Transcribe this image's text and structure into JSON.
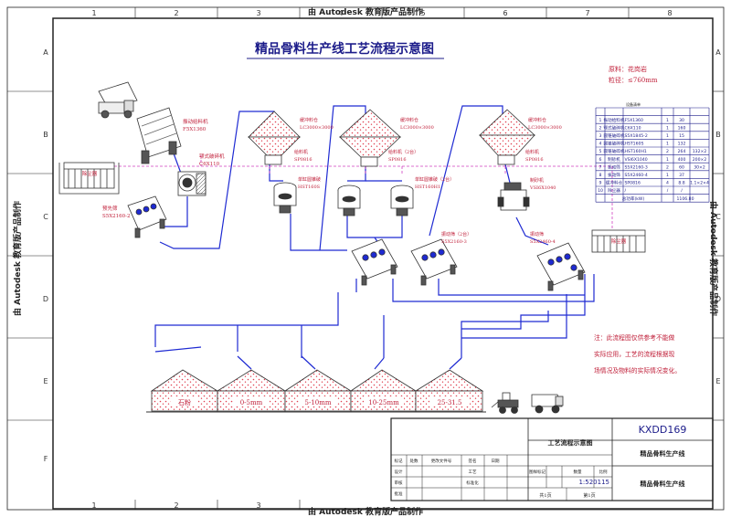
{
  "watermark": {
    "top": "由 Autodesk 教育版产品制作",
    "bottom": "由 Autodesk 教育版产品制作",
    "left": "由 Autodesk 教育版产品制作",
    "right": "由 Autodesk 教育版产品制作"
  },
  "frame": {
    "col_numbers": [
      "1",
      "2",
      "3",
      "4",
      "5",
      "6",
      "7",
      "8"
    ],
    "row_letters": [
      "A",
      "B",
      "C",
      "D",
      "E",
      "F"
    ]
  },
  "title": "精品骨料生产线工艺流程示意图",
  "raw_material": {
    "line1": "原料：花岗岩",
    "line2": "粒径：≤760mm"
  },
  "equipment_table": {
    "caption": "设备清单",
    "rows": [
      [
        "1",
        "振动给料机",
        "F5X1360",
        "1",
        "30",
        ""
      ],
      [
        "2",
        "颚式破碎机",
        "C6X110",
        "1",
        "160",
        ""
      ],
      [
        "3",
        "圆锥破碎机",
        "S5X1845-2",
        "1",
        "15",
        ""
      ],
      [
        "4",
        "圆锥破碎机",
        "HST160S",
        "1",
        "132",
        ""
      ],
      [
        "5",
        "圆锥破碎机",
        "HST160H1",
        "2",
        "264",
        "132×2"
      ],
      [
        "6",
        "制砂机",
        "VSI6X1040",
        "1",
        "400",
        "200×2"
      ],
      [
        "7",
        "振动筛",
        "S5X2160-3",
        "2",
        "60",
        "30×2"
      ],
      [
        "8",
        "振动筛",
        "S5X2460-4",
        "1",
        "37",
        ""
      ],
      [
        "9",
        "缓冲料仓",
        "SP0816",
        "4",
        "8.8",
        "1.1×2×4"
      ],
      [
        "10",
        "除尘器",
        "/",
        "/",
        "/",
        ""
      ]
    ],
    "total_label": "总功率(kW)",
    "total_value": "1106.80"
  },
  "equipment_labels": {
    "vibrating_feeder": [
      "振动给料机",
      "F5X1360"
    ],
    "jaw_crusher": [
      "颚式破碎机",
      "C6X110"
    ],
    "dust_collector_left": "除尘器",
    "dust_collector_right": "除尘器",
    "screen_left": [
      "预先筛",
      "S5X2160-2"
    ],
    "silo1": [
      "缓冲料仓",
      "LC3000×3000"
    ],
    "feeder1": [
      "给料机",
      "SP0816"
    ],
    "cone1": [
      "单缸圆锥破",
      "HST160S"
    ],
    "silo2": [
      "缓冲料仓",
      "LC3000×3000"
    ],
    "feeder2": [
      "给料机（2台）",
      "SP0816"
    ],
    "cone2": [
      "单缸圆锥破（2台）",
      "HST160H1"
    ],
    "silo3": [
      "缓冲料仓",
      "LC3000×3000"
    ],
    "feeder3": [
      "给料机",
      "SP0816"
    ],
    "sand_maker": [
      "制砂机",
      "VSI6X1040"
    ],
    "screen_mid": [
      "振动筛（2台）",
      "S5X2160-3"
    ],
    "screen_right": [
      "振动筛",
      "S5X2460-4"
    ]
  },
  "products": [
    "石粉",
    "0-5mm",
    "5-10mm",
    "10-25mm",
    "25-31.5"
  ],
  "note": [
    "注：此流程图仅供参考不能做",
    "实际应用，工艺的流程根据现",
    "场情况及物料的实际情况变化。"
  ],
  "title_block": {
    "drawing_name": "工艺流程示意图",
    "code": "KXDD169",
    "project1": "精品骨料生产线",
    "project2": "精品骨料生产线",
    "scale": "1:520115",
    "sheet_count": "共1页",
    "sheet_no": "第1页",
    "labels": [
      "标记",
      "处数",
      "更改文件号",
      "签名",
      "日期",
      "设计",
      "工艺",
      "标准化",
      "审核",
      "批准"
    ],
    "stage_labels": [
      "图样标记",
      "数量",
      "比例"
    ]
  }
}
